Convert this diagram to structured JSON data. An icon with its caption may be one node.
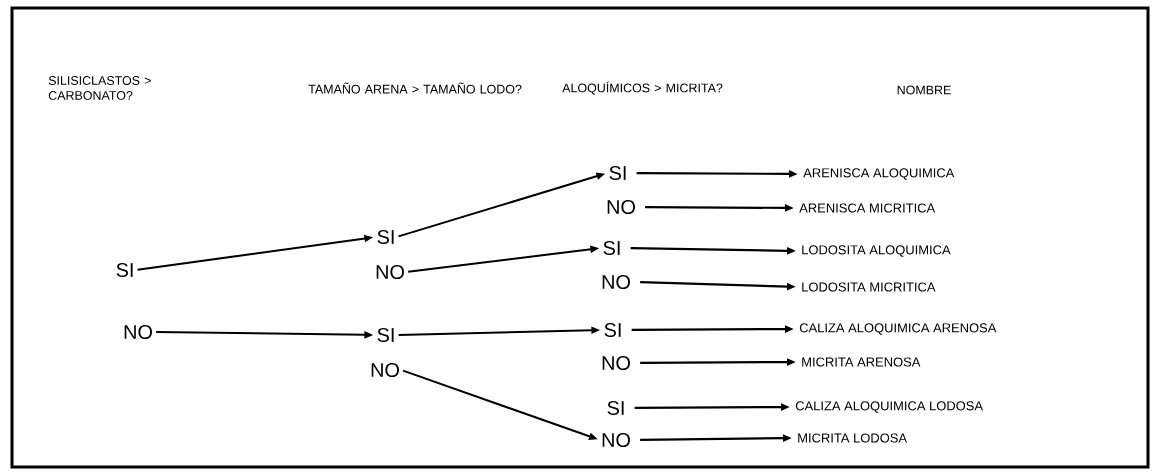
{
  "diagram": {
    "nodes": [
      {
        "text": [
          "SI"
        ]
      },
      {
        "text": [
          "NO"
        ]
      },
      {
        "text": [
          "SI"
        ]
      },
      {
        "text": [
          "NO"
        ]
      },
      {
        "text": [
          "SI"
        ]
      },
      {
        "text": [
          "NO"
        ]
      },
      {
        "text": [
          "SI"
        ]
      },
      {
        "text": [
          "NO"
        ]
      },
      {
        "text": [
          "SI"
        ]
      },
      {
        "text": [
          "NO"
        ]
      },
      {
        "text": [
          "SI"
        ]
      },
      {
        "text": [
          "NO"
        ]
      },
      {
        "text": [
          "SI"
        ]
      },
      {
        "text": [
          "NO"
        ]
      },
      {
        "text": [
          "ARENISCA ALOQUIMICA"
        ]
      },
      {
        "text": [
          "ARENISCA MICRITICA"
        ]
      },
      {
        "text": [
          "LODOSITA ALOQUIMICA"
        ]
      },
      {
        "text": [
          "LODOSITA MICRITICA"
        ]
      },
      {
        "text": [
          "CALIZA ALOQUIMICA ARENOSA"
        ]
      },
      {
        "text": [
          "MICRITA ARENOSA"
        ]
      },
      {
        "text": [
          "CALIZA ALOQUIMICA LODOSA"
        ]
      },
      {
        "text": [
          "MICRITA LODOSA"
        ]
      }
    ],
    "edges": [
      {
        "from": 0,
        "to": 2,
        "arrow": "to"
      },
      {
        "from": 1,
        "to": 4,
        "arrow": "to"
      },
      {
        "from": 2,
        "to": 6,
        "arrow": "to"
      },
      {
        "from": 3,
        "to": 8,
        "arrow": "to"
      },
      {
        "from": 4,
        "to": 10,
        "arrow": "to"
      },
      {
        "from": 5,
        "to": 13,
        "arrow": "to"
      },
      {
        "from": 6,
        "to": 14,
        "arrow": "to"
      },
      {
        "from": 7,
        "to": 15,
        "arrow": "to"
      },
      {
        "from": 8,
        "to": 16,
        "arrow": "to"
      },
      {
        "from": 9,
        "to": 17,
        "arrow": "to"
      },
      {
        "from": 10,
        "to": 18,
        "arrow": "to"
      },
      {
        "from": 11,
        "to": 19,
        "arrow": "to"
      },
      {
        "from": 12,
        "to": 20,
        "arrow": "to"
      },
      {
        "from": 13,
        "to": 21,
        "arrow": "to"
      }
    ],
    "labels": [
      "SILISICLASTOS > CARBONATO?",
      "TAMAÑO ARENA > TAMAÑO LODO?",
      "ALOQUÍMICOS > MICRITA?",
      "NOMBRE"
    ]
  }
}
